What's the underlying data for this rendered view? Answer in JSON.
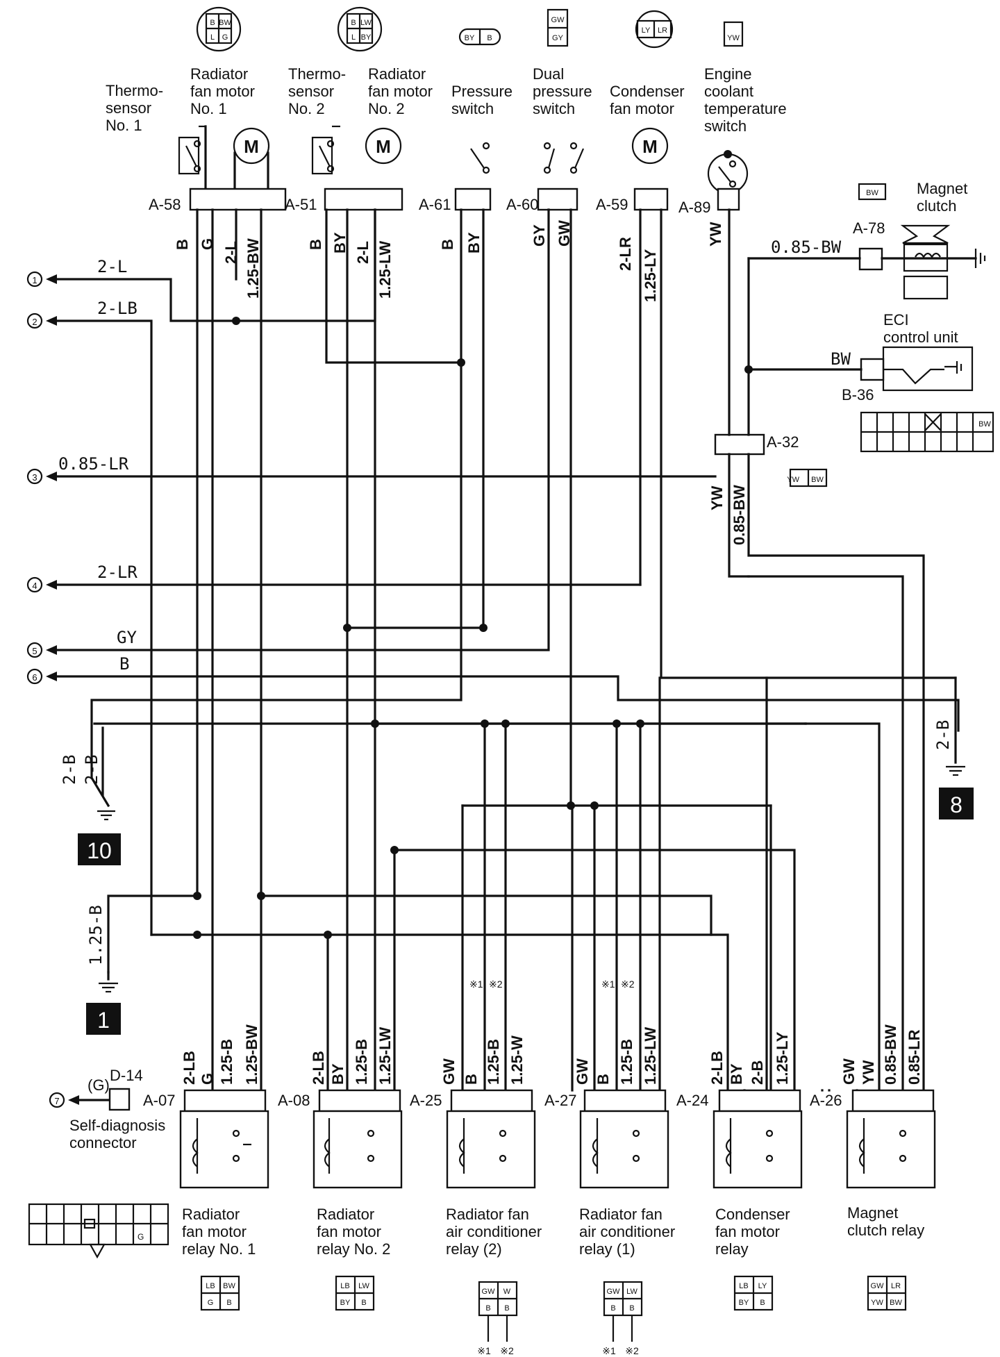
{
  "components": {
    "thermo1": {
      "label": [
        "Thermo-",
        "sensor",
        "No. 1"
      ],
      "connector": "A-58"
    },
    "radfan1": {
      "label": [
        "Radiator",
        "fan motor",
        "No. 1"
      ],
      "pins": [
        "B",
        "BW",
        "L",
        "G"
      ]
    },
    "thermo2": {
      "label": [
        "Thermo-",
        "sensor",
        "No. 2"
      ],
      "connector": "A-51"
    },
    "radfan2": {
      "label": [
        "Radiator",
        "fan motor",
        "No. 2"
      ],
      "pins": [
        "B",
        "LW",
        "L",
        "BY"
      ]
    },
    "pressure": {
      "label": [
        "Pressure",
        "switch"
      ],
      "connector": "A-61",
      "pins": [
        "BY",
        "B"
      ]
    },
    "dualpressure": {
      "label": [
        "Dual",
        "pressure",
        "switch"
      ],
      "connector": "A-60",
      "pins": [
        "GW",
        "GY"
      ]
    },
    "condenser": {
      "label": [
        "Condenser",
        "fan motor"
      ],
      "connector": "A-59",
      "pins": [
        "LY",
        "LR"
      ]
    },
    "coolant": {
      "label": [
        "Engine",
        "coolant",
        "temperature",
        "switch"
      ],
      "connector": "A-89",
      "pins": [
        "YW"
      ]
    },
    "magnet": {
      "label": [
        "Magnet",
        "clutch"
      ],
      "connector": "A-78",
      "pins": [
        "BW"
      ],
      "wire": "0.85-BW"
    },
    "eci": {
      "label": [
        "ECI",
        "control unit"
      ],
      "connector": "B-36",
      "wire": "BW",
      "pin": "BW"
    },
    "a32": {
      "connector": "A-32",
      "pins": [
        "YW",
        "BW"
      ]
    },
    "selfdiag": {
      "label": [
        "Self-diagnosis",
        "connector"
      ],
      "connector": "D-14",
      "pin": "(G)",
      "terminal": "7",
      "pin_table": "G"
    },
    "motor_symbol": "M"
  },
  "top_wires": {
    "a58": [
      "B",
      "G",
      "2-L",
      "1.25-BW"
    ],
    "a51": [
      "B",
      "BY",
      "2-L",
      "1.25-LW"
    ],
    "a61": [
      "B",
      "BY"
    ],
    "a60": [
      "GY",
      "GW"
    ],
    "a59": [
      "2-LR",
      "1.25-LY"
    ],
    "a89": [
      "YW"
    ],
    "a32": [
      "YW",
      "0.85-BW"
    ]
  },
  "terminals": [
    {
      "num": "1",
      "wire": "2-L"
    },
    {
      "num": "2",
      "wire": "2-LB"
    },
    {
      "num": "3",
      "wire": "0.85-LR"
    },
    {
      "num": "4",
      "wire": "2-LR"
    },
    {
      "num": "5",
      "wire": "GY"
    },
    {
      "num": "6",
      "wire": "B"
    }
  ],
  "grounds": [
    {
      "id": "10",
      "wires": [
        "2-B",
        "2-B"
      ]
    },
    {
      "id": "1",
      "wires": [
        "1.25-B"
      ]
    },
    {
      "id": "8",
      "wires": [
        "2-B"
      ]
    }
  ],
  "relays": [
    {
      "connector": "A-07",
      "wires": [
        "2-LB",
        "G",
        "1.25-B",
        "1.25-BW"
      ],
      "label": [
        "Radiator",
        "fan motor",
        "relay No. 1"
      ],
      "pins": [
        "LB",
        "BW",
        "G",
        "B"
      ]
    },
    {
      "connector": "A-08",
      "wires": [
        "2-LB",
        "BY",
        "1.25-B",
        "1.25-LW"
      ],
      "label": [
        "Radiator",
        "fan motor",
        "relay No. 2"
      ],
      "pins": [
        "LB",
        "LW",
        "BY",
        "B"
      ]
    },
    {
      "connector": "A-25",
      "wires": [
        "GW",
        "B",
        "1.25-B",
        "1.25-W"
      ],
      "marks": [
        "※1",
        "※2"
      ],
      "label": [
        "Radiator fan",
        "air conditioner",
        "relay (2)"
      ],
      "pins": [
        "GW",
        "W",
        "B",
        "B"
      ]
    },
    {
      "connector": "A-27",
      "wires": [
        "GW",
        "B",
        "1.25-B",
        "1.25-LW"
      ],
      "marks": [
        "※1",
        "※2"
      ],
      "label": [
        "Radiator fan",
        "air conditioner",
        "relay (1)"
      ],
      "pins": [
        "GW",
        "LW",
        "B",
        "B"
      ]
    },
    {
      "connector": "A-24",
      "wires": [
        "2-LB",
        "BY",
        "2-B",
        "1.25-LY"
      ],
      "label": [
        "Condenser",
        "fan motor",
        "relay"
      ],
      "pins": [
        "LB",
        "LY",
        "BY",
        "B"
      ]
    },
    {
      "connector": "A-26",
      "wires": [
        "GW",
        "YW",
        "0.85-BW",
        "0.85-LR"
      ],
      "label": [
        "Magnet",
        "clutch relay"
      ],
      "pins": [
        "GW",
        "LR",
        "YW",
        "BW"
      ]
    }
  ]
}
